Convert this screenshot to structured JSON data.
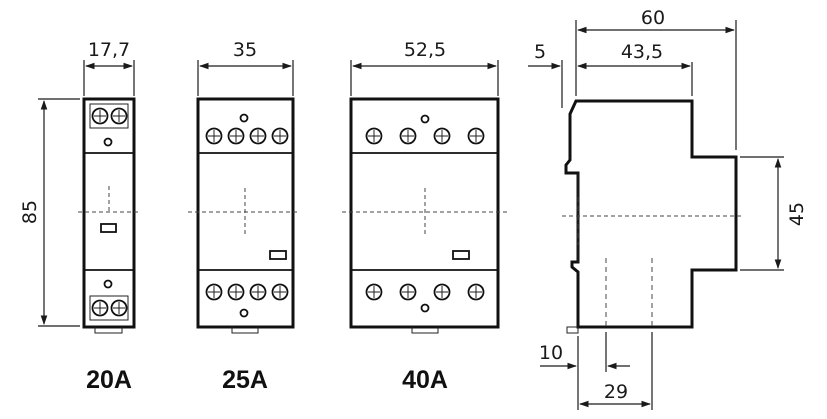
{
  "dimensions": {
    "width_2p": "17,7",
    "width_3p": "35",
    "width_4p": "52,5",
    "height": "85",
    "depth_total": "60",
    "depth_front": "43,5",
    "offset_top": "5",
    "rail_height": "45",
    "bottom_offset": "10",
    "bottom_width": "29"
  },
  "captions": {
    "model_1": "20A",
    "model_2": "25A",
    "model_3": "40A"
  },
  "colors": {
    "line": "#111111",
    "background": "#ffffff"
  }
}
